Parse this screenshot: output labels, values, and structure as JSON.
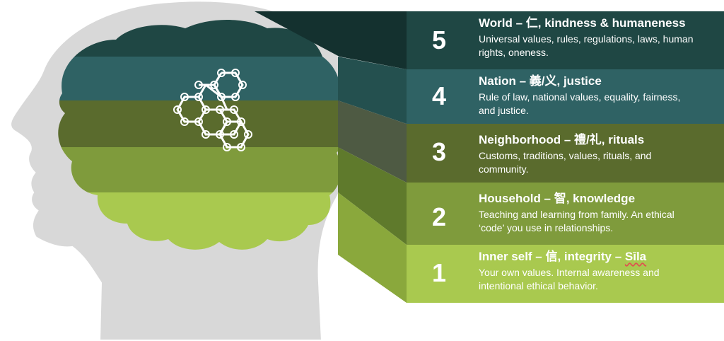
{
  "tiers": [
    {
      "number": "1",
      "title_pre": "Inner self – 信, integrity – ",
      "title_marked": "Sīla",
      "description": "Your own values. Internal awareness and intentional ethical behavior.",
      "color": "#a9c94f"
    },
    {
      "number": "2",
      "title_pre": "Household – 智, knowledge",
      "title_marked": "",
      "description": "Teaching and learning from family. An ethical ‘code’ you use in relationships.",
      "color": "#7f9b3c"
    },
    {
      "number": "3",
      "title_pre": "Neighborhood – 禮/礼, rituals",
      "title_marked": "",
      "description": "Customs, traditions, values, rituals, and community.",
      "color": "#5a6b2d"
    },
    {
      "number": "4",
      "title_pre": "Nation – 義/义, justice",
      "title_marked": "",
      "description": "Rule of law, national values, equality, fairness, and justice.",
      "color": "#2f6264"
    },
    {
      "number": "5",
      "title_pre": "World – 仁, kindness & humaneness",
      "title_marked": "",
      "description": "Universal values, rules, regulations, laws, human rights, oneness.",
      "color": "#1f4744"
    }
  ],
  "colors": {
    "head": "#d8d8d8",
    "head_outline": "#ffffff",
    "molecule_stroke": "#ffffff"
  },
  "icons": [
    "head-silhouette",
    "brain-icon",
    "molecule-icon"
  ]
}
